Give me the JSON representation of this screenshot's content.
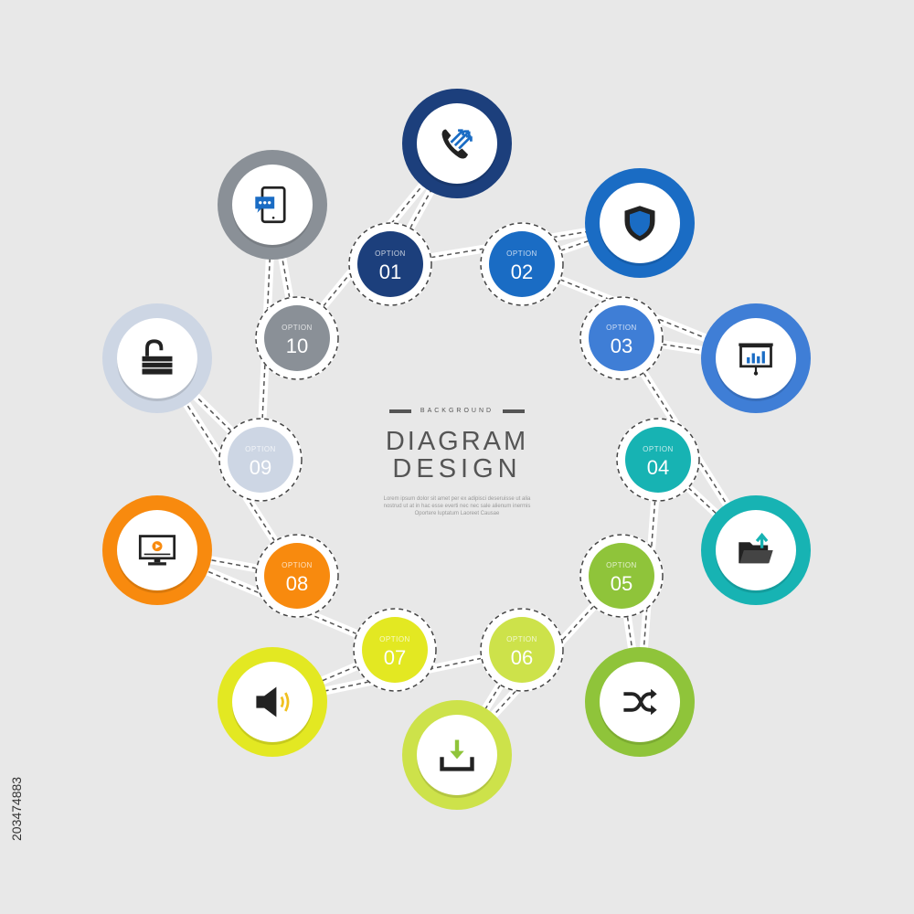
{
  "center": {
    "background_label": "BACKGROUND",
    "title_line1": "DIAGRAM",
    "title_line2": "DESIGN",
    "body_text": "Lorem ipsum dolor sit amet per ex adipisci deseruisse ut alia nostrud ut at in hac esse everti nec nec sale alienum inermis Oportere luptatum Laoreet Causae"
  },
  "options": [
    {
      "label": "OPTION",
      "number": "01",
      "color": "#1c3f7c",
      "icon": "phone-call-arrows-icon"
    },
    {
      "label": "OPTION",
      "number": "02",
      "color": "#1a6cc4",
      "icon": "shield-icon"
    },
    {
      "label": "OPTION",
      "number": "03",
      "color": "#3f7ed6",
      "icon": "presentation-chart-icon"
    },
    {
      "label": "OPTION",
      "number": "04",
      "color": "#17b3b3",
      "icon": "folder-upload-icon"
    },
    {
      "label": "OPTION",
      "number": "05",
      "color": "#8fc43a",
      "icon": "shuffle-icon"
    },
    {
      "label": "OPTION",
      "number": "06",
      "color": "#cde24a",
      "icon": "download-tray-icon"
    },
    {
      "label": "OPTION",
      "number": "07",
      "color": "#e3e822",
      "icon": "speaker-icon"
    },
    {
      "label": "OPTION",
      "number": "08",
      "color": "#f88a0e",
      "icon": "monitor-play-icon"
    },
    {
      "label": "OPTION",
      "number": "09",
      "color": "#cdd6e4",
      "icon": "padlock-open-icon"
    },
    {
      "label": "OPTION",
      "number": "10",
      "color": "#8a9097",
      "icon": "tablet-chat-icon"
    }
  ],
  "stock_id": "203474883"
}
